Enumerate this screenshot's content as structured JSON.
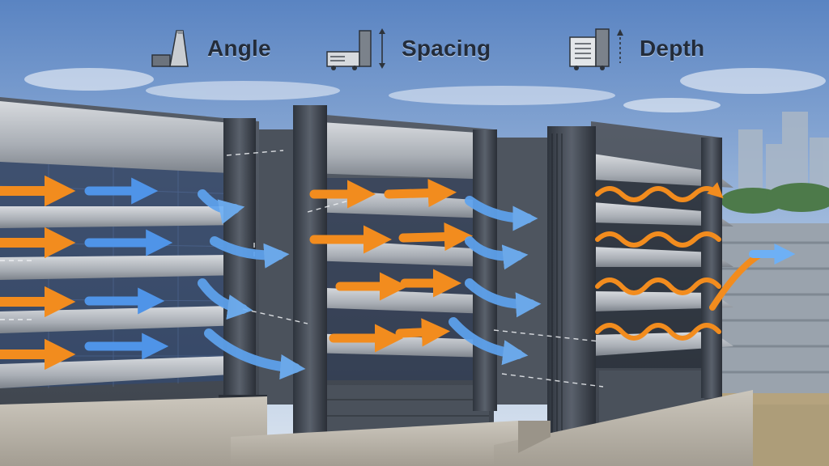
{
  "legend": {
    "items": [
      {
        "label": "Angle",
        "icon": "angle-icon"
      },
      {
        "label": "Spacing",
        "icon": "spacing-icon"
      },
      {
        "label": "Depth",
        "icon": "depth-icon"
      }
    ]
  },
  "colors": {
    "sky_top": "#5d86c4",
    "sky_bottom": "#c9d8ea",
    "steel_dark": "#3f4652",
    "steel_mid": "#6b737f",
    "blade_light": "#b7bcc3",
    "arrow_orange": "#f28c1e",
    "arrow_blue": "#4f94e8",
    "concrete": "#b9b3a8"
  }
}
